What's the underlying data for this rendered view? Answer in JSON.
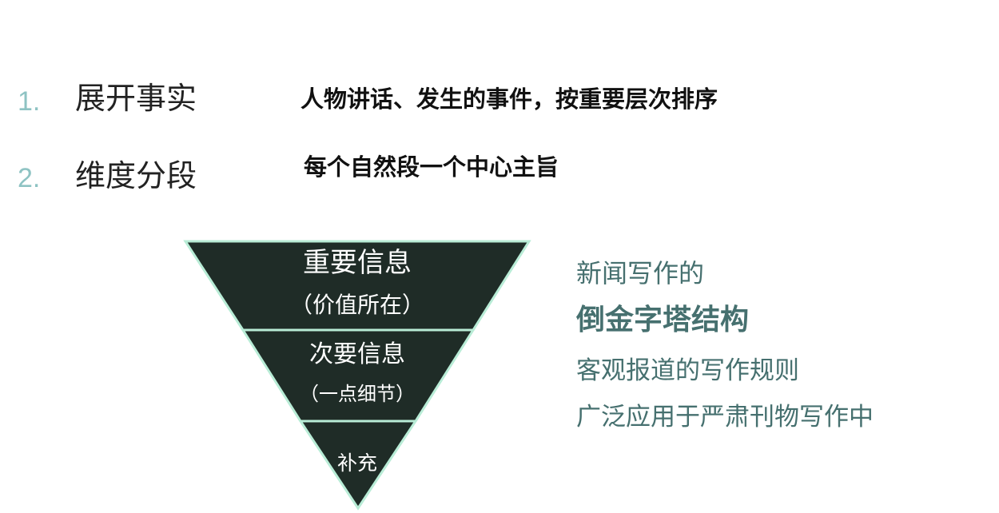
{
  "items": [
    {
      "number": "1.",
      "title": "展开事实",
      "description": "人物讲话、发生的事件，按重要层次排序"
    },
    {
      "number": "2.",
      "title": "维度分段",
      "description": "每个自然段一个中心主旨"
    }
  ],
  "pyramid": {
    "top": {
      "title": "重要信息",
      "subtitle": "（价值所在）"
    },
    "middle": {
      "title": "次要信息",
      "subtitle": "（一点细节）"
    },
    "bottom": {
      "title": "补充"
    },
    "colors": {
      "fill": "#1f2c27",
      "border": "#b8ecd6"
    }
  },
  "side_text": {
    "line1": "新闻写作的",
    "line2": "倒金字塔结构",
    "line3": "客观报道的写作规则",
    "line4": "广泛应用于严肃刊物写作中",
    "color": "#46706f"
  }
}
